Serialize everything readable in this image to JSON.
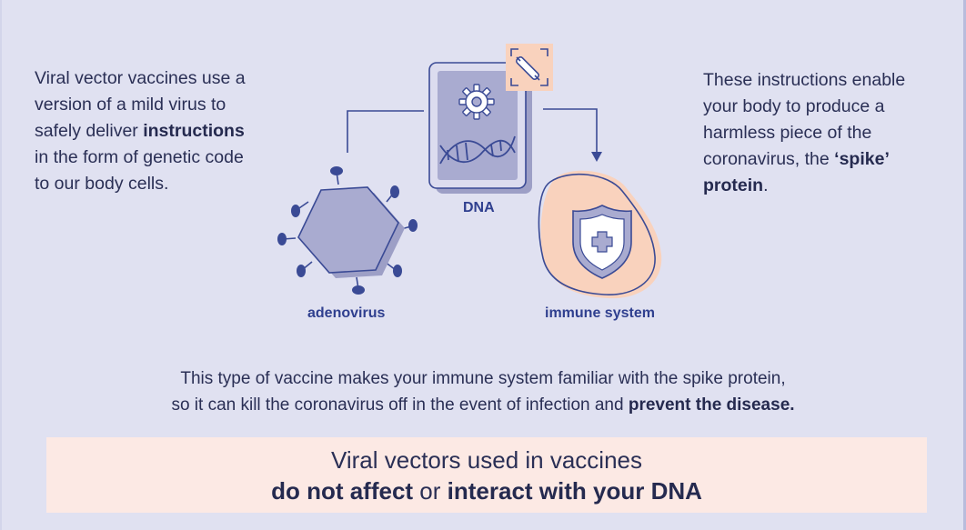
{
  "left_text": {
    "lead": "Viral vector vaccines use a version of a mild virus to safely deliver ",
    "bold": "instructions",
    "tail": " in the form of genetic code to our body cells."
  },
  "right_text": {
    "lead": "These instructions enable your body to produce a harmless piece of the coronavirus, the ",
    "bold": "‘spike’ protein",
    "tail": "."
  },
  "labels": {
    "dna": "DNA",
    "adenovirus": "adenovirus",
    "immune_system": "immune system"
  },
  "summary": {
    "line1": "This type of vaccine makes your immune system familiar with the spike protein,",
    "line2_lead": "so it can kill the coronavirus off in the event of infection and ",
    "line2_bold": "prevent the disease."
  },
  "banner": {
    "line1": "Viral vectors used in vaccines",
    "bold1": "do not affect",
    "mid": " or ",
    "bold2": "interact with your DNA"
  },
  "icons": [
    "syringe-icon",
    "gear-icon",
    "dna-helix-icon",
    "adenovirus-icon",
    "shield-cross-icon"
  ],
  "colors": {
    "background": "#e0e1f1",
    "accent_blue": "#2f3f8f",
    "virus_fill": "#9d9fc6",
    "peach": "#f9d2bd",
    "banner": "#fce9e4"
  }
}
